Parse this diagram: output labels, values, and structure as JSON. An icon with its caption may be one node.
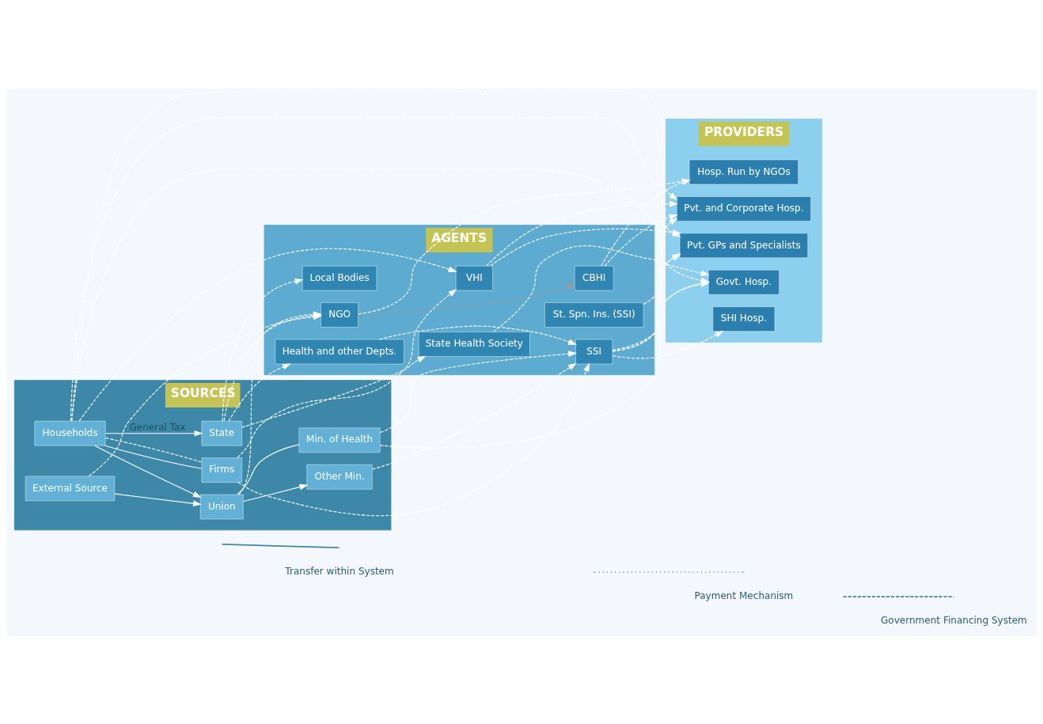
{
  "diagram": {
    "nodes": [
      {
        "text": [
          "SOURCES"
        ]
      },
      {
        "text": [
          "AGENTS"
        ]
      },
      {
        "text": [
          "PROVIDERS"
        ]
      },
      {
        "text": [
          "External Source"
        ],
        "in": 0
      },
      {
        "text": [
          "Union"
        ],
        "in": 0
      },
      {
        "text": [
          "Other Min."
        ],
        "in": 0
      },
      {
        "text": [
          "Min. of Health"
        ],
        "in": 0
      },
      {
        "text": [
          "State"
        ],
        "in": 0
      },
      {
        "text": [
          "Firms"
        ],
        "in": 0
      },
      {
        "text": [
          "Households"
        ],
        "in": 0
      },
      {
        "text": [
          "SSI"
        ],
        "in": 1
      },
      {
        "text": [
          "State Health Society"
        ],
        "in": 1
      },
      {
        "text": [
          "St. Spn. Ins. (SSI)"
        ],
        "in": 1
      },
      {
        "text": [
          "Health and other Depts."
        ],
        "in": 1
      },
      {
        "text": [
          "Local Bodies"
        ],
        "in": 1
      },
      {
        "text": [
          "VHI"
        ],
        "in": 1
      },
      {
        "text": [
          "NGO"
        ],
        "in": 1
      },
      {
        "text": [
          "CBHI"
        ],
        "in": 1
      },
      {
        "text": [
          "Govt. Hosp."
        ],
        "in": 2
      },
      {
        "text": [
          "Pvt. and Corporate Hosp."
        ],
        "in": 2
      },
      {
        "text": [
          "Pvt. GPs and Specialists"
        ],
        "in": 2
      },
      {
        "text": [
          "SHI Hosp."
        ],
        "in": 2
      },
      {
        "text": [
          "Hosp. Run by NGOs"
        ],
        "in": 2
      }
    ],
    "edges": [
      {
        "from": 3,
        "to": 4,
        "arrow": "to"
      },
      {
        "from": 9,
        "to": 4,
        "arrow": "to"
      },
      {
        "from": 9,
        "to": 7,
        "arrow": "to",
        "label": "General Tax"
      },
      {
        "from": 9,
        "to": 8,
        "arrow": "none"
      },
      {
        "from": 4,
        "to": 5,
        "arrow": "to"
      },
      {
        "from": 4,
        "to": 6,
        "arrow": "none"
      },
      {
        "from": 5,
        "to": 10,
        "arrow": "to",
        "style": "dashed"
      },
      {
        "from": 6,
        "to": 18,
        "arrow": "to",
        "style": "dashed"
      },
      {
        "from": 6,
        "to": 10,
        "arrow": "to",
        "style": "dashed"
      },
      {
        "from": 8,
        "to": 10,
        "arrow": "to",
        "style": "dashed"
      },
      {
        "from": 13,
        "to": 10,
        "arrow": "to",
        "style": "dashed"
      },
      {
        "from": 7,
        "to": 11,
        "arrow": "to",
        "style": "dashed"
      },
      {
        "from": 7,
        "to": 13,
        "arrow": "to",
        "style": "dashed"
      },
      {
        "from": 7,
        "to": 14,
        "arrow": "to",
        "style": "dashed"
      },
      {
        "from": 7,
        "to": 16,
        "arrow": "to",
        "style": "dashed"
      },
      {
        "from": 3,
        "to": 16,
        "arrow": "to",
        "style": "dashed"
      },
      {
        "from": 4,
        "to": 16,
        "arrow": "to",
        "style": "dashed"
      },
      {
        "from": 9,
        "to": 8,
        "arrow": "none",
        "style": "dashed"
      },
      {
        "from": 16,
        "to": 17,
        "arrow": "to",
        "style": "dashed",
        "color": "#9a9a9a"
      },
      {
        "from": 8,
        "to": 15,
        "arrow": "to",
        "style": "dashed"
      },
      {
        "from": 9,
        "to": 15,
        "arrow": "to",
        "style": "dashed"
      },
      {
        "from": 11,
        "to": 18,
        "arrow": "to",
        "style": "dashed"
      },
      {
        "from": 10,
        "to": 18,
        "arrow": "to",
        "style": "dashed"
      },
      {
        "from": 10,
        "to": 19,
        "arrow": "to",
        "style": "dashed"
      },
      {
        "from": 10,
        "to": 20,
        "arrow": "to",
        "style": "dashed"
      },
      {
        "from": 10,
        "to": 21,
        "arrow": "to",
        "style": "dashed"
      },
      {
        "from": 12,
        "to": 20,
        "arrow": "to",
        "style": "dashed"
      },
      {
        "from": 15,
        "to": 19,
        "arrow": "to",
        "style": "dashed"
      },
      {
        "from": 15,
        "to": 20,
        "arrow": "to",
        "style": "dashed"
      },
      {
        "from": 17,
        "to": 19,
        "arrow": "to",
        "style": "dashed"
      },
      {
        "from": 17,
        "to": 22,
        "arrow": "to",
        "style": "dashed"
      },
      {
        "from": 16,
        "to": 22,
        "arrow": "to",
        "style": "dashed"
      },
      {
        "from": 9,
        "to": 18,
        "arrow": "to",
        "style": "dashed"
      },
      {
        "from": 9,
        "to": 19,
        "arrow": "to",
        "style": "dashed"
      },
      {
        "from": 9,
        "to": 20,
        "arrow": "to",
        "style": "dashed"
      }
    ],
    "legend": [
      {
        "text": "Transfer within System"
      },
      {
        "text": "Payment Mechanism"
      },
      {
        "text": "Government Financing System"
      }
    ]
  }
}
